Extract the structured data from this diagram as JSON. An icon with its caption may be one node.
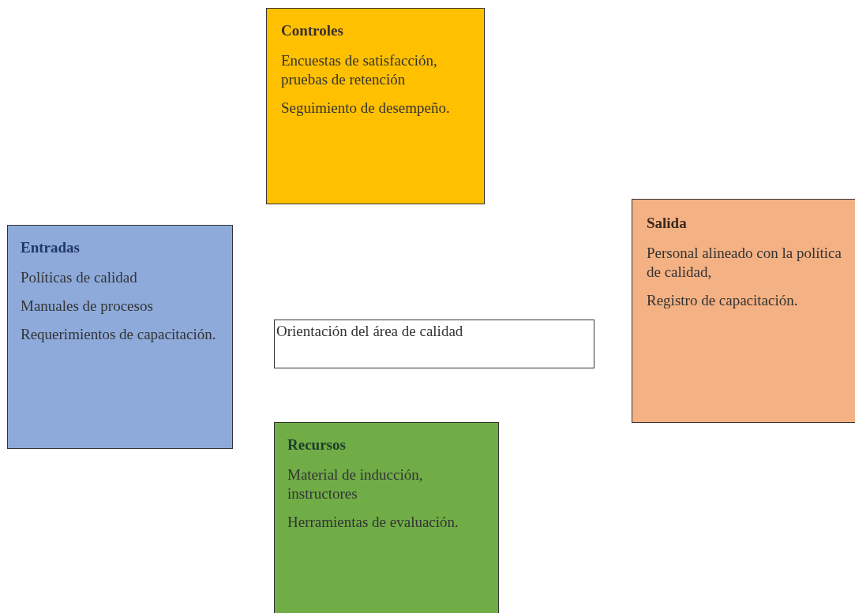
{
  "diagram": {
    "nodes": [
      {
        "text": [
          "Controles",
          "Encuestas de satisfacción, pruebas de retención",
          "Seguimiento de desempeño."
        ]
      },
      {
        "text": [
          "Entradas",
          "Políticas de calidad",
          "Manuales de procesos",
          "Requerimientos de capacitación."
        ]
      },
      {
        "text": [
          "Orientación del área de calidad"
        ]
      },
      {
        "text": [
          "Salida",
          "Personal alineado con la política de calidad,",
          "Registro de capacitación."
        ]
      },
      {
        "text": [
          "Recursos",
          "Material de inducción, instructores",
          "Herramientas de evaluación."
        ]
      }
    ],
    "edges": []
  }
}
